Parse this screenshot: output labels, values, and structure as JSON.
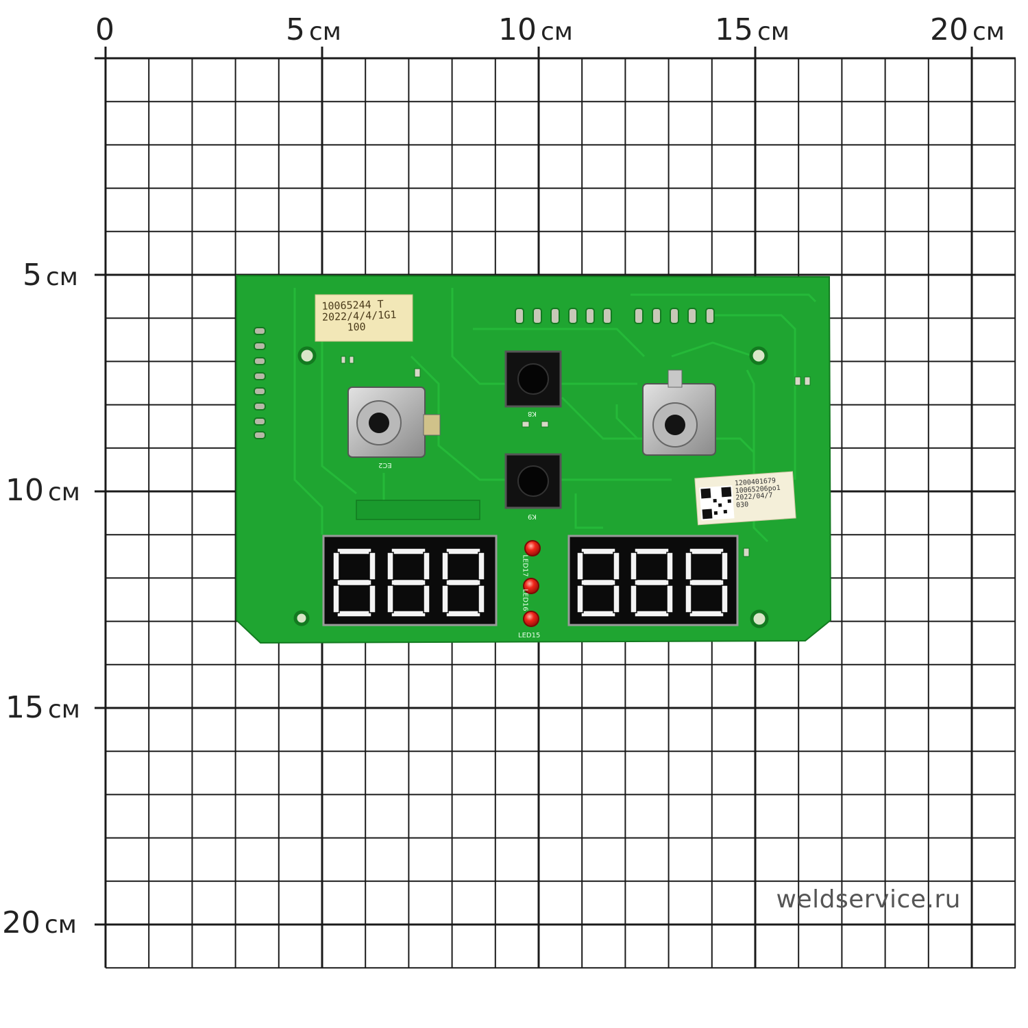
{
  "ruler": {
    "x_labels": [
      {
        "num": "0",
        "unit": ""
      },
      {
        "num": "5",
        "unit": "см"
      },
      {
        "num": "10",
        "unit": "см"
      },
      {
        "num": "15",
        "unit": "см"
      },
      {
        "num": "20",
        "unit": "см"
      }
    ],
    "y_labels": [
      {
        "num": "5",
        "unit": "см"
      },
      {
        "num": "10",
        "unit": "см"
      },
      {
        "num": "15",
        "unit": "см"
      },
      {
        "num": "20",
        "unit": "см"
      }
    ]
  },
  "watermark": "weldservice.ru",
  "board": {
    "color": "#1fa531",
    "sticker_left": {
      "line1": "10065244 T",
      "line2": "2022/4/4/1G1",
      "line3": "100"
    },
    "sticker_right": {
      "line1": "1200401679",
      "line2": "10065206po1",
      "line3": "2022/04/7",
      "line4": "030"
    },
    "silkscreen": {
      "k_top": "K8",
      "k_bottom": "K9",
      "encoder_left": "EC2",
      "led_a": "LED17",
      "led_b": "LED16",
      "led_c": "LED15"
    },
    "display_left_digits": [
      "8",
      "8",
      "8"
    ],
    "display_right_digits": [
      "8",
      "8",
      "8"
    ],
    "led_color": "#e8231b"
  }
}
